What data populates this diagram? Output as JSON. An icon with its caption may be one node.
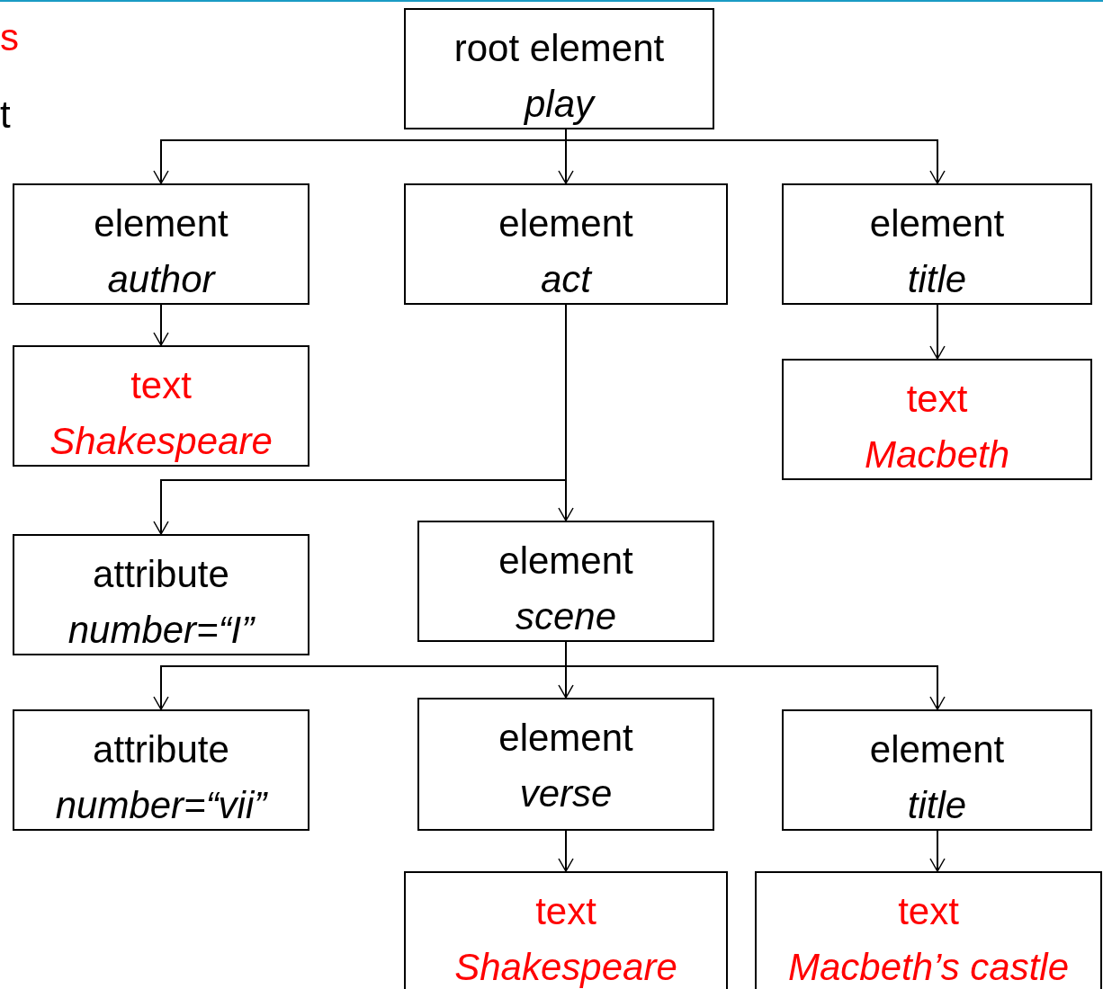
{
  "diagram": {
    "nodes": [
      {
        "text": [
          "root element",
          "play"
        ]
      },
      {
        "text": [
          "element",
          "author"
        ]
      },
      {
        "text": [
          "element",
          "act"
        ]
      },
      {
        "text": [
          "element",
          "title"
        ]
      },
      {
        "text": [
          "text",
          "Shakespeare"
        ]
      },
      {
        "text": [
          "text",
          "Macbeth"
        ]
      },
      {
        "text": [
          "attribute",
          "number=“I”"
        ]
      },
      {
        "text": [
          "element",
          "scene"
        ]
      },
      {
        "text": [
          "attribute",
          "number=“vii”"
        ]
      },
      {
        "text": [
          "element",
          "verse"
        ]
      },
      {
        "text": [
          "element",
          "title"
        ]
      },
      {
        "text": [
          "text",
          "Shakespeare"
        ]
      },
      {
        "text": [
          "text",
          "Macbeth’s castle"
        ]
      }
    ],
    "edges": [
      {
        "from": 0,
        "to": 1,
        "arrow": "to"
      },
      {
        "from": 0,
        "to": 2,
        "arrow": "to"
      },
      {
        "from": 0,
        "to": 3,
        "arrow": "to"
      },
      {
        "from": 1,
        "to": 4,
        "arrow": "to"
      },
      {
        "from": 3,
        "to": 5,
        "arrow": "to"
      },
      {
        "from": 2,
        "to": 6,
        "arrow": "to"
      },
      {
        "from": 2,
        "to": 7,
        "arrow": "to"
      },
      {
        "from": 7,
        "to": 8,
        "arrow": "to"
      },
      {
        "from": 7,
        "to": 9,
        "arrow": "to"
      },
      {
        "from": 7,
        "to": 10,
        "arrow": "to"
      },
      {
        "from": 9,
        "to": 11,
        "arrow": "to"
      },
      {
        "from": 10,
        "to": 12,
        "arrow": "to"
      }
    ],
    "labels": [
      "s",
      "t"
    ]
  }
}
